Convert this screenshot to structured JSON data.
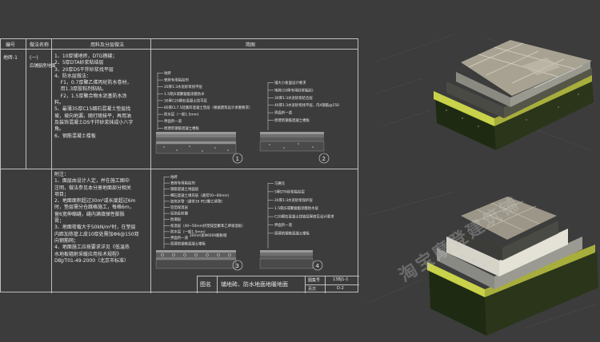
{
  "table": {
    "headers": {
      "no": "编号",
      "name": "做法名称",
      "materials": "用料及分层做法",
      "diagram": "简图"
    },
    "row1": {
      "code": "地砖-1",
      "name_a": "(一)",
      "name_b": "后铺厨房地面",
      "steps": [
        "1、10厚铺地砖，DTG擦缝；",
        "2、5厚DTA砂浆粘结层",
        "3、20厚DS干拌砂浆找平层",
        "4、防水层做法：",
        "    F1，0.7厚聚乙烯丙纶防水卷材，",
        "    用1.3厚胶粘剂粘贴。",
        "    F2，1.5厚聚合物水泥基防水涂",
        "料。",
        "5、最薄35厚C15细石混凝土垫层找",
        "坡，坡向地漏，随打随抹平，再用油",
        "及装饰混凝土DS干拌砂浆抹成小八字",
        "角。",
        "6、钢筋混凝土楼板"
      ]
    },
    "notes": [
      "附注：",
      "1、面层由设计人定，并在施工图中",
      "注明，做法参见本分册地面部分相关",
      "项目；",
      "2、地面面积超过30m²或长度超过6m",
      "时，垫层需分仓跳格施工，每格6m，",
      "留6宽伸缩缝，缝内满填弹性膨胀",
      "膏；",
      "3、地面荷载大于50kN/m²时，在垫层",
      "内距加热管上皮10厚处需加Φ6@150双",
      "向钢筋网；",
      "4、地面施工应按要求详见《低温热",
      "水地板辐射采暖应用技术规程》",
      "DBJ/T01-49-2000（北京市标准）"
    ]
  },
  "diagrams": {
    "d1": {
      "number": "1",
      "labels": [
        "地砖",
        "瓷砖专用粘结剂",
        "20厚1:3水泥砂浆找平层",
        "1.5厚JS或聚氨酯涂膜防水",
        "30厚C20细石混凝土找平层",
        "80厚CL7.5轻集料混凝土垫层（根据建筑设计承重要求）",
        "防水层（一般1.5mm）",
        "界面剂一道",
        "原建筑钢筋混凝土楼板"
      ]
    },
    "d2": {
      "number": "2",
      "labels": [
        "铺大小板面设计要求",
        "地砖(10厚专用砂浆粘结)",
        "30厚1:3水泥砂浆结合层",
        "40厚1:3水泥砂浆找平层，内4钢筋@150",
        "界面剂一道",
        "原建筑钢筋混凝土楼板"
      ]
    },
    "d3": {
      "number": "3",
      "labels": [
        "地砖",
        "瓷砖专用粘结剂",
        "钢筋混凝土地面层",
        "细石混凝土填充层（通常50~60mm）",
        "加热水管（通常16 PE2聚乙烯管）",
        "铝箔保温层",
        "铝箔反射膜",
        "防潮层",
        "保温层（40~50mm挤塑成型聚苯乙烯保温板）",
        "防水层（一般1.5mm）",
        "界面剂一道",
        "原建筑钢筋混凝土楼板"
      ],
      "side": "20mm宽Φ6000膨胀缝"
    },
    "d4": {
      "number": "4",
      "labels": [
        "马赛克",
        "5厚DTA砂浆粘结层",
        "20厚1:3水泥砂浆保护层",
        "1.5厚JS或聚氨酯涂膜防水层",
        "C20细石混凝土找坡层厚度见设计要求",
        "界面剂一道",
        "原建筑钢筋混凝土楼板"
      ]
    }
  },
  "title_block": {
    "label": "图名",
    "title": "铺地砖、防水地面地暖地面",
    "set_label": "图集号",
    "set_value": "13BJ1-1",
    "page_label": "页次",
    "page_value": "D-2"
  },
  "watermark": "淘宝摩登建筑铺",
  "colors": {
    "background": "#3c3c3c",
    "lines": "#bfbfbf",
    "gravel": "#6f6f5e",
    "mesh": "#c8d24a",
    "tile": "#a8a293"
  }
}
